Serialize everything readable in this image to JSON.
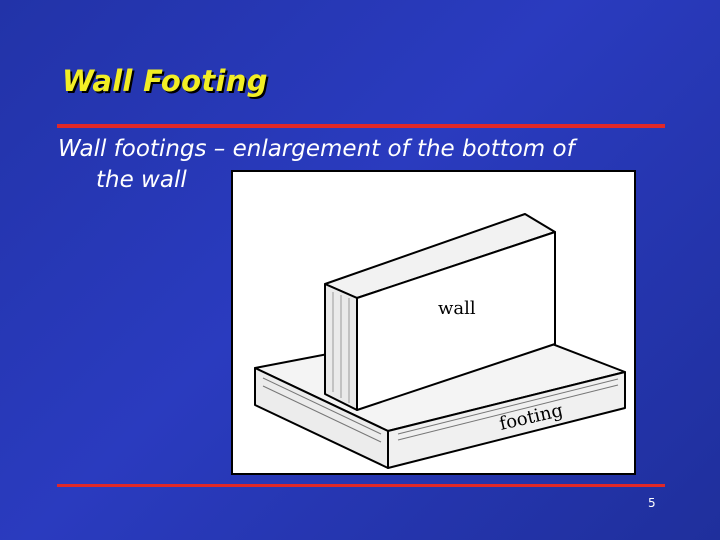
{
  "slide": {
    "title": "Wall Footing",
    "body_line1": "Wall footings – enlargement of the bottom of",
    "body_line2": "the wall",
    "page_number": "5"
  },
  "figure": {
    "wall_label": "wall",
    "footing_label": "footing"
  },
  "colors": {
    "background": "#2233a8",
    "title": "#f2ee25",
    "rule": "#e02828",
    "text": "#ffffff"
  }
}
